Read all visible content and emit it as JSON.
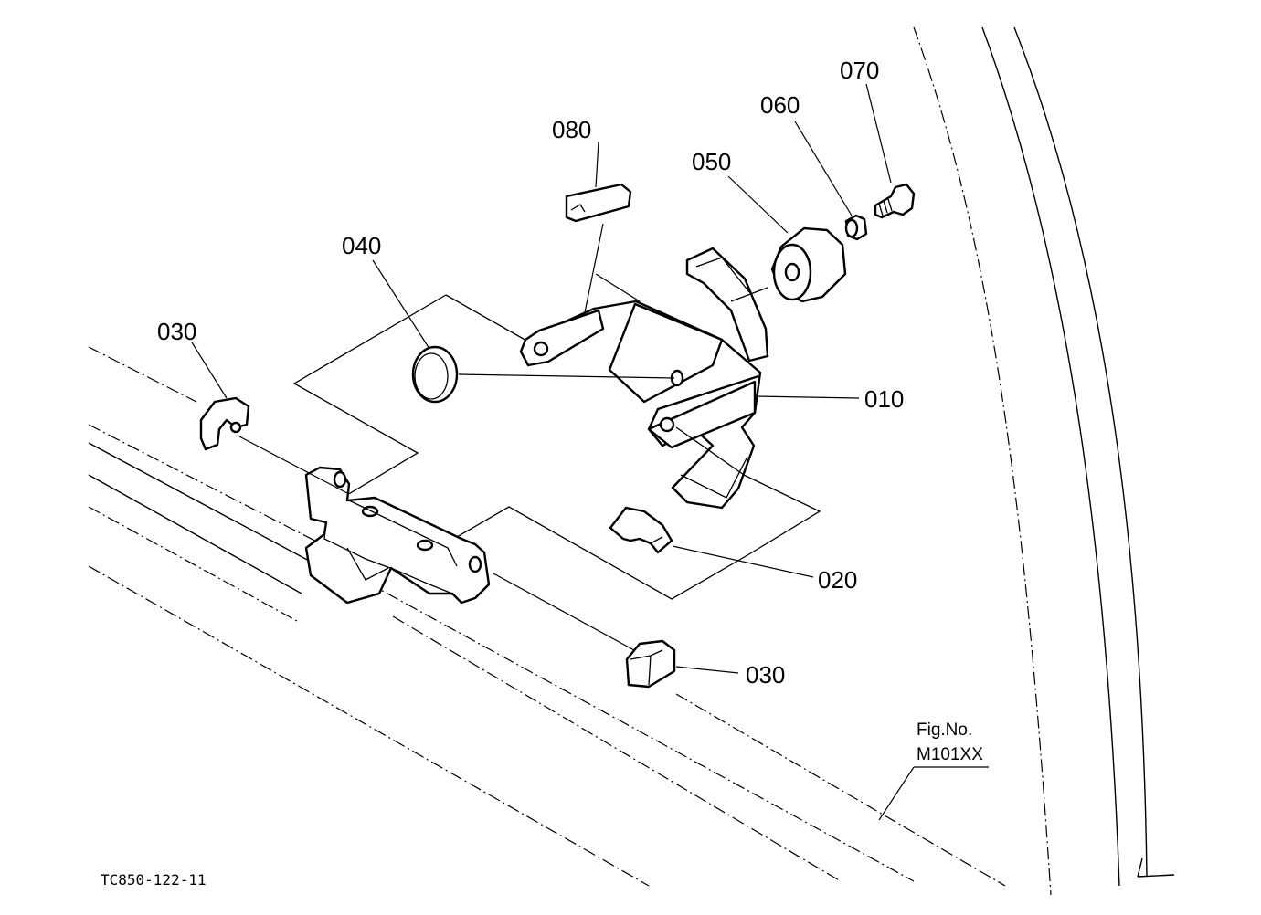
{
  "callouts": {
    "c010": "010",
    "c020": "020",
    "c030a": "030",
    "c030b": "030",
    "c040": "040",
    "c050": "050",
    "c060": "060",
    "c070": "070",
    "c080": "080"
  },
  "figure": {
    "line1": "Fig.No.",
    "line2": "M101XX"
  },
  "drawing_code": "TC850-122-11"
}
